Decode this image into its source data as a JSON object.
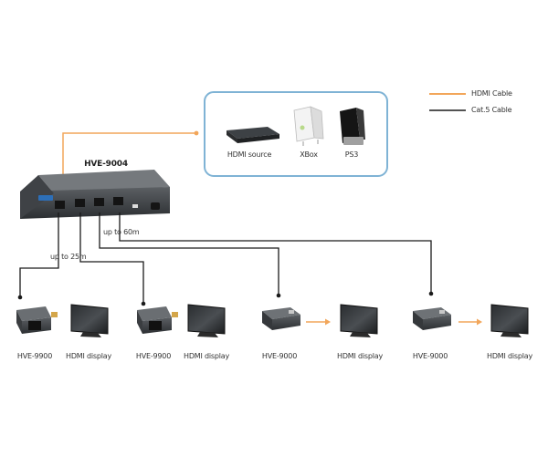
{
  "legend": {
    "hdmi_cable": "HDMI Cable",
    "cat5_cable": "Cat.5 Cable",
    "hdmi_color": "#f2a65a",
    "cat5_color": "#1a1a1a"
  },
  "sources": [
    {
      "label": "HDMI source",
      "icon": "hdmi-source-device-icon"
    },
    {
      "label": "XBox",
      "icon": "xbox-console-icon"
    },
    {
      "label": "PS3",
      "icon": "ps3-console-icon"
    }
  ],
  "source_box_border": "#7fb3d5",
  "transmitter": {
    "label": "HVE-9004"
  },
  "distances": {
    "near": "up to 25m",
    "far": "up to 60m"
  },
  "receivers": [
    {
      "label": "HVE-9900",
      "display": "HDMI display"
    },
    {
      "label": "HVE-9900",
      "display": "HDMI display"
    },
    {
      "label": "HVE-9000",
      "display": "HDMI display"
    },
    {
      "label": "HVE-9000",
      "display": "HDMI display"
    }
  ]
}
